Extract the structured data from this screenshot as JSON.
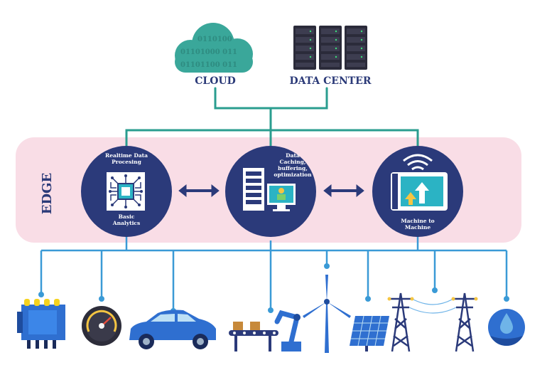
{
  "top": {
    "cloud_label": "CLOUD",
    "cloud_binary": [
      "0110100",
      "01101000 011",
      "01101100 011"
    ],
    "datacenter_label": "DATA CENTER"
  },
  "edge": {
    "title": "EDGE",
    "nodes": [
      {
        "top_text": "Realtime Data\nProcesing",
        "bottom_text": "Basic\nAnalytics"
      },
      {
        "top_text": "Data\nCaching,\nbuffering,\noptimization",
        "bottom_text": ""
      },
      {
        "top_text": "",
        "bottom_text": "Machine to\nMachine"
      }
    ]
  },
  "devices": [
    "engine",
    "gauge",
    "car",
    "robotic-arm",
    "wind-turbine",
    "solar-panel",
    "power-towers",
    "water-drop"
  ],
  "colors": {
    "navy": "#2b3a7a",
    "teal": "#2a9d8f",
    "cloud": "#3aa79a",
    "edge_band": "#f9dde6",
    "line_blue": "#3a9ad6",
    "device_blue": "#2f6fd0"
  }
}
